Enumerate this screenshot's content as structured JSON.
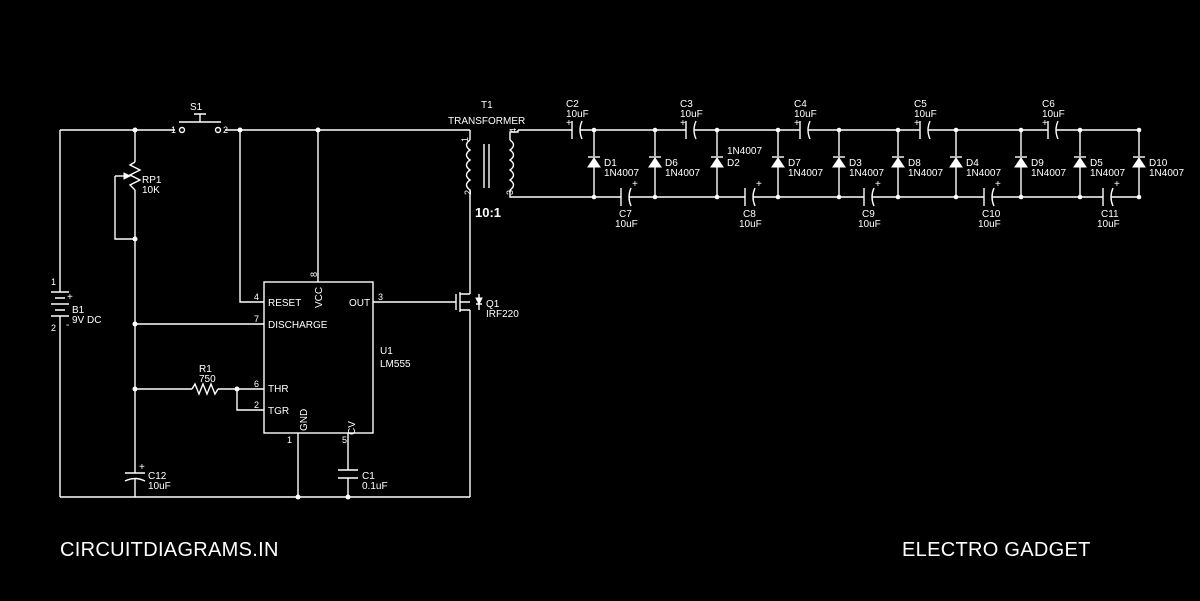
{
  "brand_left": "CIRCUITDIAGRAMS.IN",
  "brand_right": "ELECTRO GADGET",
  "switch": {
    "ref": "S1",
    "pin1": "1",
    "pin2": "2"
  },
  "battery": {
    "ref": "B1",
    "value": "9V DC",
    "pin1": "1",
    "pin2": "2",
    "plus": "+",
    "minus": "-"
  },
  "pot": {
    "ref": "RP1",
    "value": "10K"
  },
  "resistor": {
    "ref": "R1",
    "value": "750"
  },
  "c12": {
    "ref": "C12",
    "value": "10uF",
    "plus": "+"
  },
  "c1": {
    "ref": "C1",
    "value": "0.1uF"
  },
  "ic": {
    "ref": "U1",
    "part": "LM555",
    "pins": {
      "reset": {
        "num": "4",
        "label": "RESET"
      },
      "discharge": {
        "num": "7",
        "label": "DISCHARGE"
      },
      "thr": {
        "num": "6",
        "label": "THR"
      },
      "tgr": {
        "num": "2",
        "label": "TGR"
      },
      "vcc": {
        "num": "8",
        "label": "VCC"
      },
      "out": {
        "num": "3",
        "label": "OUT"
      },
      "gnd": {
        "num": "1",
        "label": "GND"
      },
      "cv": {
        "num": "5",
        "label": "CV"
      }
    }
  },
  "mosfet": {
    "ref": "Q1",
    "part": "IRF220"
  },
  "transformer": {
    "ref": "T1",
    "label": "TRANSFORMER",
    "ratio": "10:1",
    "pins": [
      "1",
      "2",
      "3",
      "4"
    ]
  },
  "multiplier": {
    "top_caps": [
      {
        "ref": "C2",
        "value": "10uF"
      },
      {
        "ref": "C3",
        "value": "10uF"
      },
      {
        "ref": "C4",
        "value": "10uF"
      },
      {
        "ref": "C5",
        "value": "10uF"
      },
      {
        "ref": "C6",
        "value": "10uF"
      }
    ],
    "bottom_caps": [
      {
        "ref": "C7",
        "value": "10uF"
      },
      {
        "ref": "C8",
        "value": "10uF"
      },
      {
        "ref": "C9",
        "value": "10uF"
      },
      {
        "ref": "C10",
        "value": "10uF"
      },
      {
        "ref": "C11",
        "value": "10uF"
      }
    ],
    "diodes": [
      {
        "ref": "D1",
        "value": "1N4007"
      },
      {
        "ref": "D6",
        "value": "1N4007"
      },
      {
        "ref": "D2",
        "value": "1N4007"
      },
      {
        "ref": "D7",
        "value": "1N4007"
      },
      {
        "ref": "D3",
        "value": "1N4007"
      },
      {
        "ref": "D8",
        "value": "1N4007"
      },
      {
        "ref": "D4",
        "value": "1N4007"
      },
      {
        "ref": "D9",
        "value": "1N4007"
      },
      {
        "ref": "D5",
        "value": "1N4007"
      },
      {
        "ref": "D10",
        "value": "1N4007"
      }
    ],
    "cap_polarity": "+"
  }
}
